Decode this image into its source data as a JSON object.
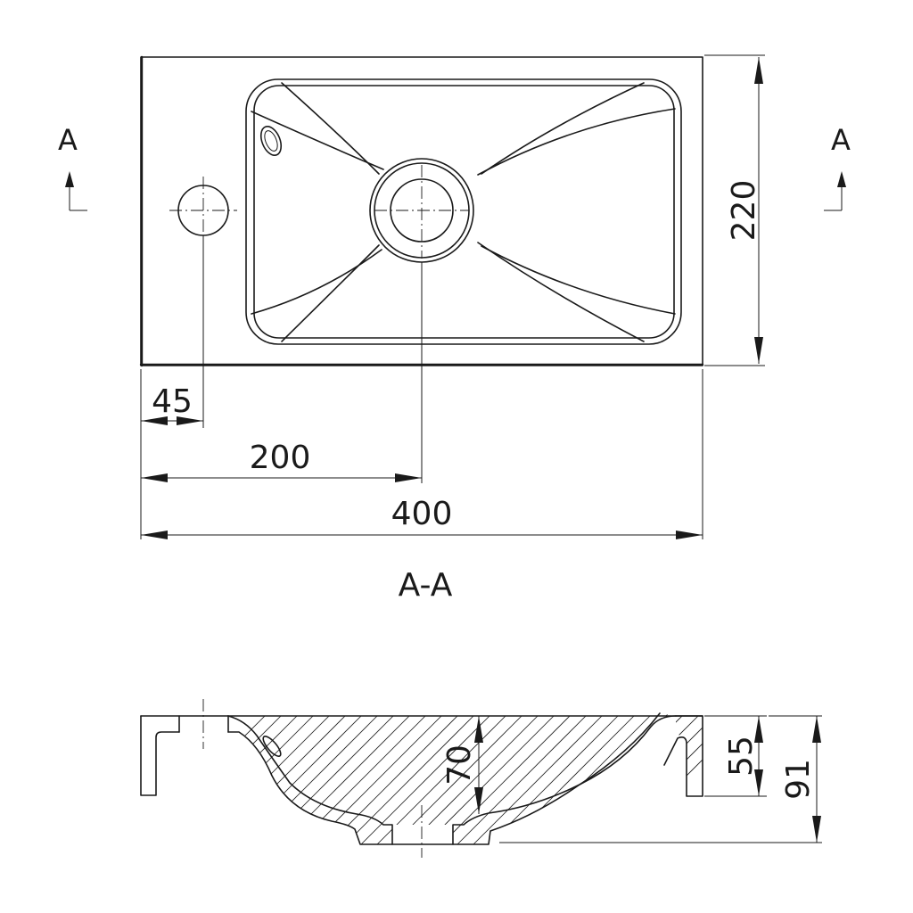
{
  "drawing": {
    "section_marker_left": "A",
    "section_marker_right": "A",
    "section_title": "A-A",
    "dimensions": {
      "tap_hole_offset": "45",
      "drain_offset": "200",
      "overall_width": "400",
      "overall_depth": "220",
      "bowl_depth": "70",
      "rim_height": "55",
      "overall_height": "91"
    }
  }
}
